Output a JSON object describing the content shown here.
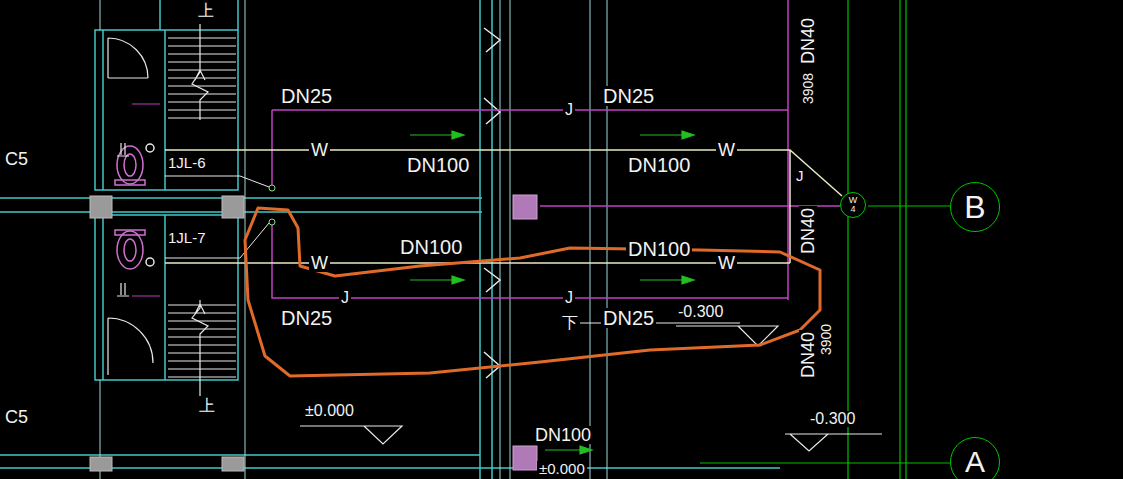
{
  "diagram": {
    "nodes": [
      {
        "text": [
          "W",
          "4"
        ]
      },
      {
        "text": [
          "B"
        ]
      },
      {
        "text": [
          "A"
        ]
      }
    ],
    "labels": [
      "上",
      "C5",
      "1JL-6",
      "DN25",
      "J",
      "DN25",
      "DN40",
      "3908",
      "W",
      "DN100",
      "DN100",
      "W",
      "J",
      "1JL-7",
      "DN100",
      "DN100",
      "DN40",
      "W",
      "W",
      "J",
      "J",
      "DN25",
      "下",
      "DN25",
      "-0.300",
      "DN40",
      "3900",
      "C5",
      "上",
      "±0.000",
      "DN100",
      "-0.300",
      "±0.000"
    ]
  }
}
